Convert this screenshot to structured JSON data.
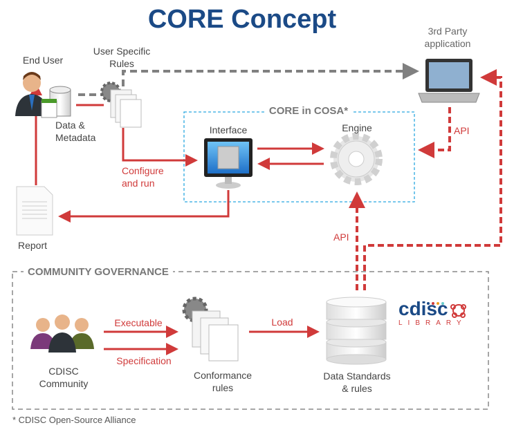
{
  "title": "CORE Concept",
  "nodes": {
    "end_user": "End User",
    "data_metadata": [
      "Data &",
      "Metadata"
    ],
    "user_rules": [
      "User Specific",
      "Rules"
    ],
    "third_party": [
      "3rd Party",
      "application"
    ],
    "core_box": "CORE in COSA*",
    "interface": "Interface",
    "engine": "Engine",
    "report": "Report",
    "governance": "COMMUNITY GOVERNANCE",
    "community": [
      "CDISC",
      "Community"
    ],
    "conformance": [
      "Conformance",
      "rules"
    ],
    "data_standards": [
      "Data Standards",
      "& rules"
    ],
    "logo": {
      "word": "cdisc",
      "sub": "LIBRARY"
    }
  },
  "edges": {
    "configure": [
      "Configure",
      "and run"
    ],
    "api_engine": "API",
    "api_library": "API",
    "executable": "Executable",
    "specification": "Specification",
    "load": "Load"
  },
  "footnote": "* CDISC Open-Source Alliance",
  "colors": {
    "title": "#1b4a86",
    "arrow": "#d03a3a",
    "grey_dash": "#808080",
    "core_box": "#29a8e0",
    "logo_blue": "#1b4a86",
    "logo_red": "#d03a3a"
  }
}
